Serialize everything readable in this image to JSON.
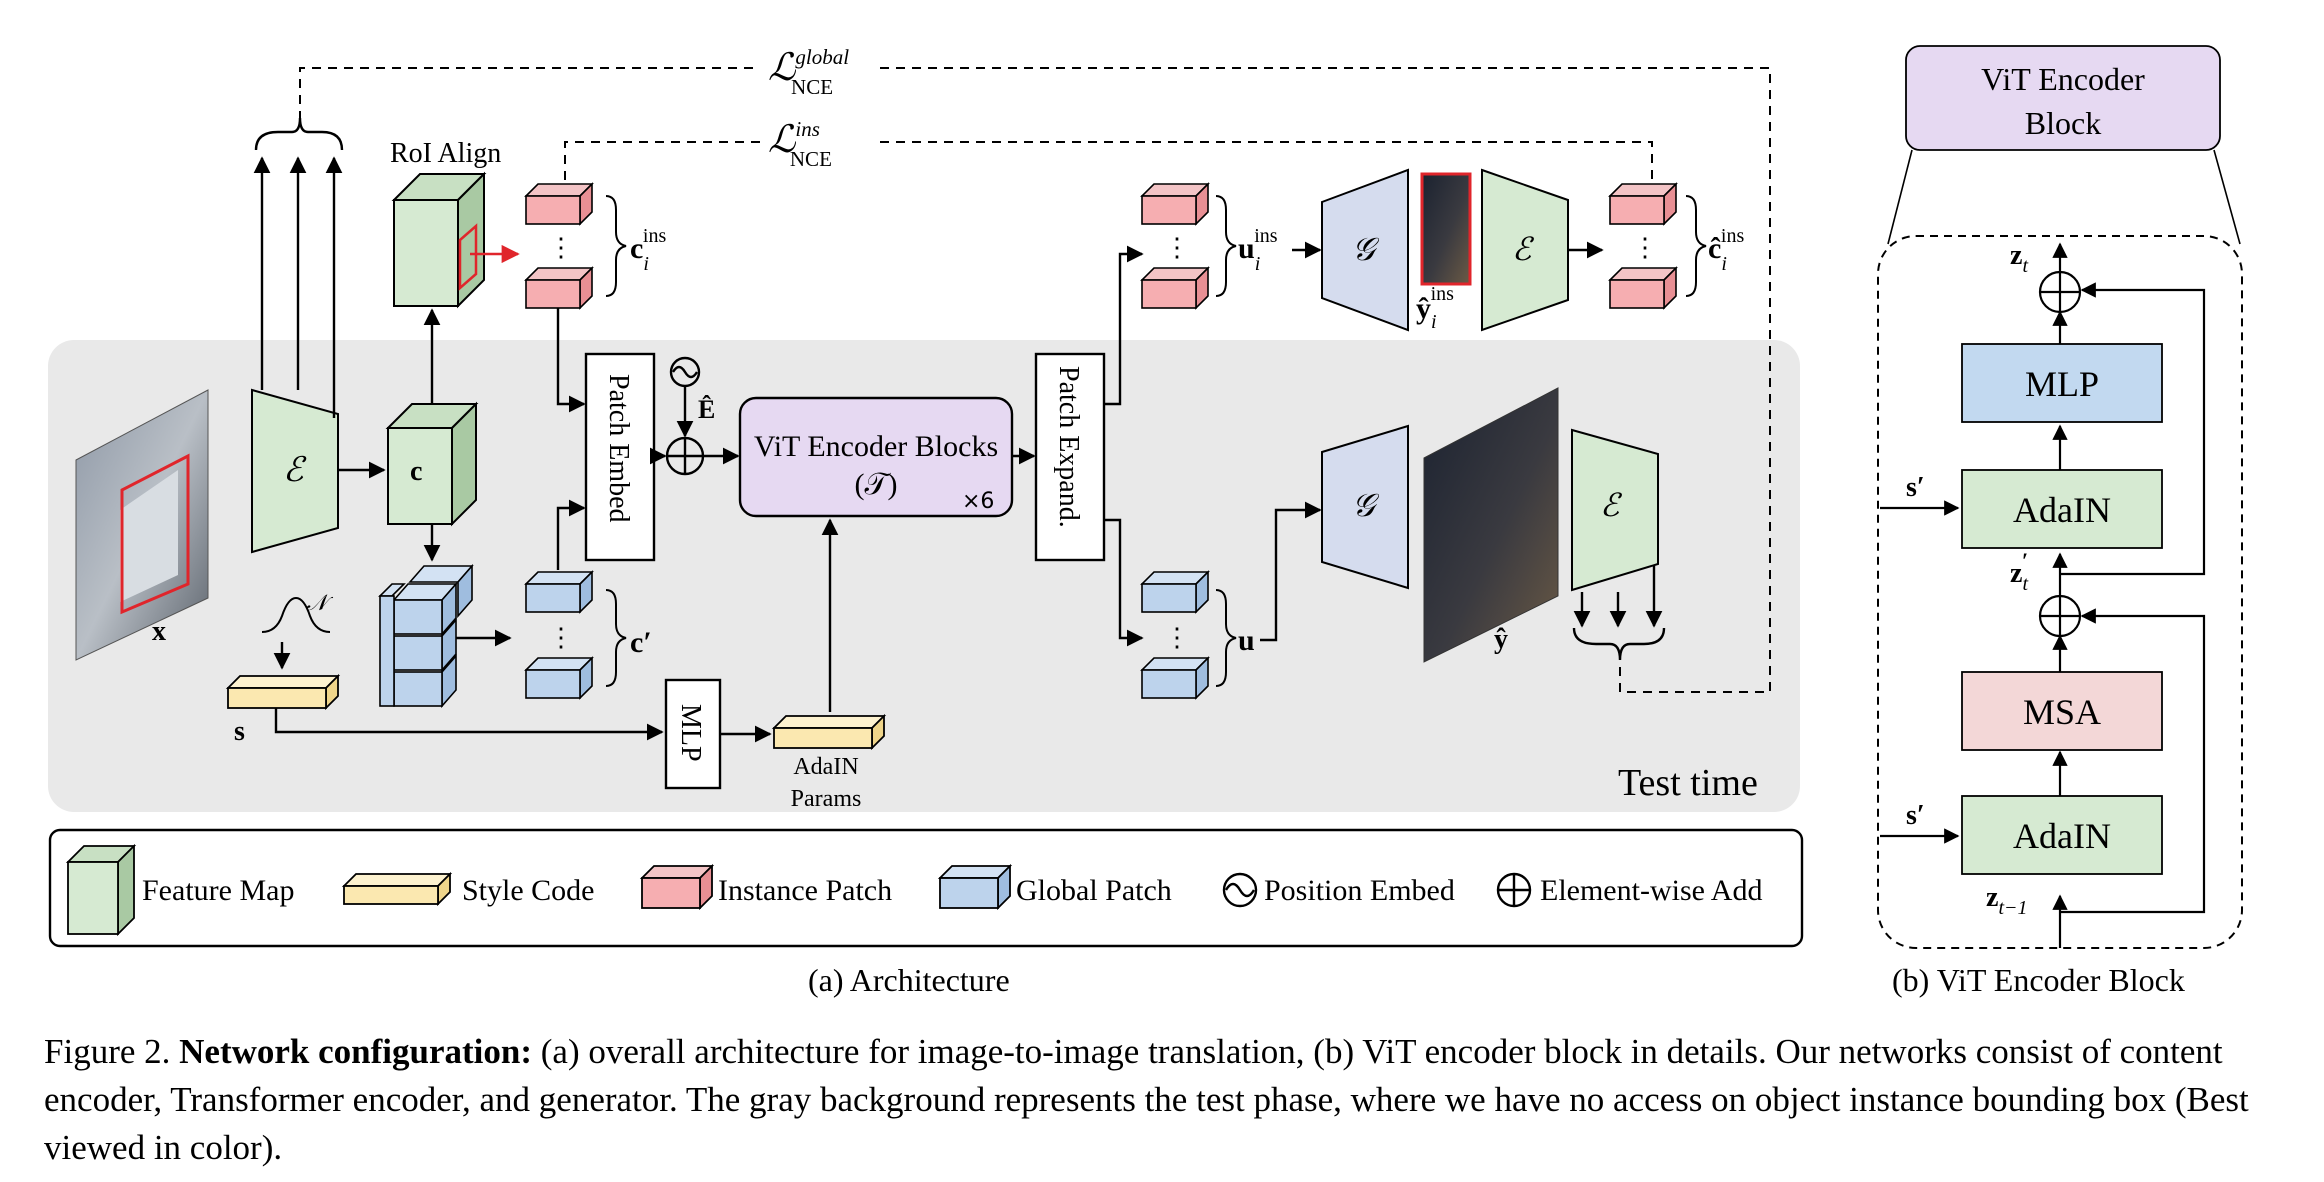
{
  "labels": {
    "loss_global_sup": "global",
    "loss_global_sub": "NCE",
    "loss_ins_sup": "ins",
    "loss_ins_sub": "NCE",
    "L": "ℒ",
    "roi_align": "RoI Align",
    "x": "x",
    "c": "c",
    "c_prime": "c′",
    "c_ins": "c",
    "c_ins_sub": "i",
    "c_ins_sup": "ins",
    "enc": "ℰ",
    "gen": "𝒢",
    "patch_embed": "Patch Embed",
    "patch_expand": "Patch Expand.",
    "vit_line1": "ViT Encoder Blocks",
    "vit_line2": "(𝒯)",
    "times6": "×6",
    "e_hat": "Ê",
    "u": "u",
    "u_ins": "u",
    "u_ins_sub": "i",
    "u_ins_sup": "ins",
    "y_hat": "ŷ",
    "y_hat_ins": "ŷ",
    "y_hat_ins_sub": "i",
    "y_hat_ins_sup": "ins",
    "c_hat_ins": "ĉ",
    "c_hat_ins_sub": "i",
    "c_hat_ins_sup": "ins",
    "s": "s",
    "normal_N": "𝒩",
    "mlp": "MLP",
    "adain_params_1": "AdaIN",
    "adain_params_2": "Params",
    "test_time": "Test time",
    "dots": "⋮"
  },
  "legend": [
    {
      "name": "legend-feature-map",
      "label": "Feature Map"
    },
    {
      "name": "legend-style-code",
      "label": "Style Code"
    },
    {
      "name": "legend-instance-patch",
      "label": "Instance Patch"
    },
    {
      "name": "legend-global-patch",
      "label": "Global Patch"
    },
    {
      "name": "legend-position-embed",
      "label": "Position Embed"
    },
    {
      "name": "legend-elementwise-add",
      "label": "Element-wise Add"
    }
  ],
  "vit_block": {
    "title_line1": "ViT Encoder",
    "title_line2": "Block",
    "z_t": "z",
    "z_t_sub": "t",
    "z_t_prime_sub": "t",
    "z_t_minus1_sub": "t−1",
    "s_prime": "s′",
    "mlp": "MLP",
    "adain": "AdaIN",
    "msa": "MSA"
  },
  "sub_captions": {
    "a": "(a) Architecture",
    "b": "(b) ViT Encoder Block"
  },
  "caption": {
    "prefix": "Figure 2. ",
    "bold": "Network configuration:",
    "text": " (a) overall architecture for image-to-image translation, (b) ViT encoder block in details. Our networks consist of content encoder, Transformer encoder, and generator. The gray background represents the test phase, where we have no access on object instance bounding box (Best viewed in color)."
  },
  "colors": {
    "feature_map": "#d6ead2",
    "style_code": "#fbe8b0",
    "instance_patch": "#f6aeb1",
    "global_patch": "#bdd3ec",
    "gen": "#d5dcee",
    "vit": "#e6d9f2",
    "mlp_block": "#c2d9f0",
    "msa_block": "#f3d7d7",
    "test_bg": "#e9e9e9"
  }
}
